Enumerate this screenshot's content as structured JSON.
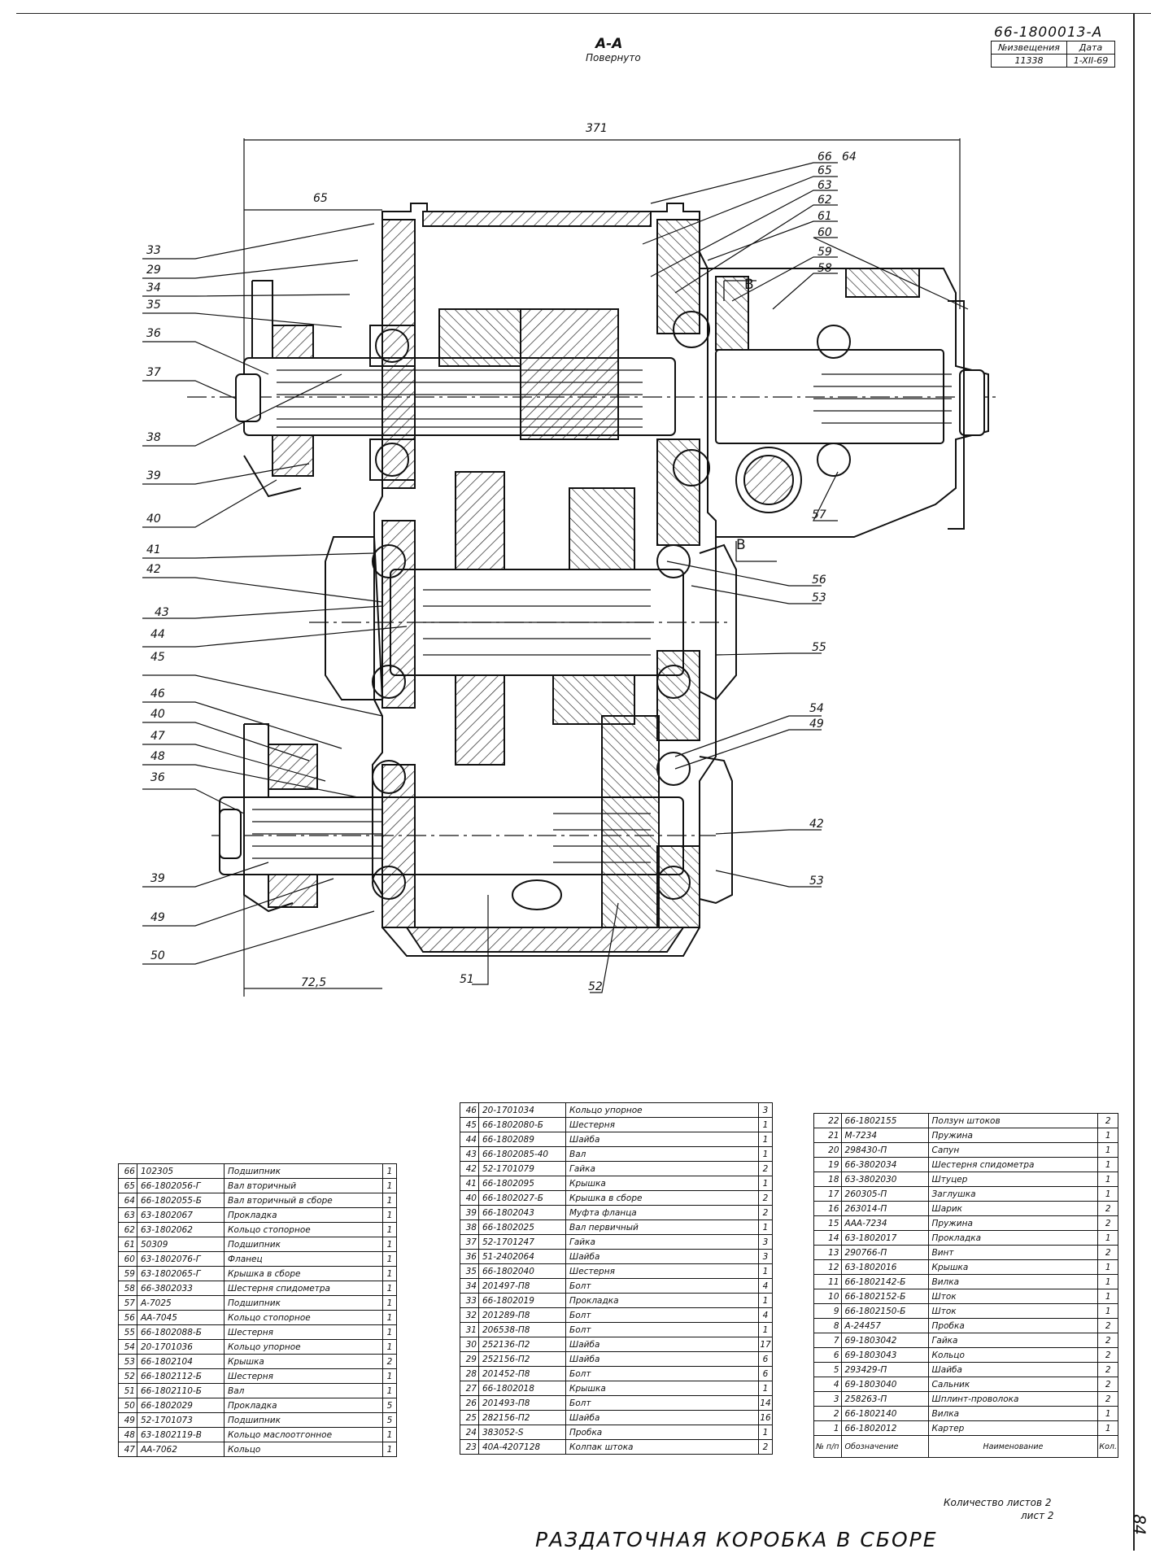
{
  "doc_code": "66-1800013-А",
  "stamp": {
    "col1_header": "№извещения",
    "col2_header": "Дата",
    "col1_value": "11338",
    "col2_value": "1-XII-69"
  },
  "section_title": "А-А",
  "section_subtitle": "Повернуто",
  "view_mark_top": "В",
  "view_mark_bottom": "В",
  "dimensions": {
    "overall": "371",
    "left_offset": "65",
    "bottom_offset": "72,5"
  },
  "callouts_left": [
    "33",
    "29",
    "34",
    "35",
    "36",
    "37",
    "38",
    "39",
    "40",
    "41",
    "42",
    "43",
    "44",
    "45",
    "46",
    "40",
    "47",
    "48",
    "36",
    "39",
    "49",
    "50"
  ],
  "callouts_right": [
    "66",
    "64",
    "65",
    "63",
    "62",
    "61",
    "60",
    "59",
    "58",
    "57",
    "56",
    "53",
    "55",
    "54",
    "49",
    "42",
    "53"
  ],
  "callouts_bottom": [
    "51",
    "52"
  ],
  "table_left": [
    {
      "n": "66",
      "code": "102305",
      "name": "Подшипник",
      "qty": "1"
    },
    {
      "n": "65",
      "code": "66-1802056-Г",
      "name": "Вал вторичный",
      "qty": "1"
    },
    {
      "n": "64",
      "code": "66-1802055-Б",
      "name": "Вал вторичный в сборе",
      "qty": "1"
    },
    {
      "n": "63",
      "code": "63-1802067",
      "name": "Прокладка",
      "qty": "1"
    },
    {
      "n": "62",
      "code": "63-1802062",
      "name": "Кольцо стопорное",
      "qty": "1"
    },
    {
      "n": "61",
      "code": "50309",
      "name": "Подшипник",
      "qty": "1"
    },
    {
      "n": "60",
      "code": "63-1802076-Г",
      "name": "Фланец",
      "qty": "1"
    },
    {
      "n": "59",
      "code": "63-1802065-Г",
      "name": "Крышка в сборе",
      "qty": "1"
    },
    {
      "n": "58",
      "code": "66-3802033",
      "name": "Шестерня спидометра",
      "qty": "1"
    },
    {
      "n": "57",
      "code": "А-7025",
      "name": "Подшипник",
      "qty": "1"
    },
    {
      "n": "56",
      "code": "АА-7045",
      "name": "Кольцо стопорное",
      "qty": "1"
    },
    {
      "n": "55",
      "code": "66-1802088-Б",
      "name": "Шестерня",
      "qty": "1"
    },
    {
      "n": "54",
      "code": "20-1701036",
      "name": "Кольцо упорное",
      "qty": "1"
    },
    {
      "n": "53",
      "code": "66-1802104",
      "name": "Крышка",
      "qty": "2"
    },
    {
      "n": "52",
      "code": "66-1802112-Б",
      "name": "Шестерня",
      "qty": "1"
    },
    {
      "n": "51",
      "code": "66-1802110-Б",
      "name": "Вал",
      "qty": "1"
    },
    {
      "n": "50",
      "code": "66-1802029",
      "name": "Прокладка",
      "qty": "5"
    },
    {
      "n": "49",
      "code": "52-1701073",
      "name": "Подшипник",
      "qty": "5"
    },
    {
      "n": "48",
      "code": "63-1802119-В",
      "name": "Кольцо маслоотгонное",
      "qty": "1"
    },
    {
      "n": "47",
      "code": "АА-7062",
      "name": "Кольцо",
      "qty": "1"
    }
  ],
  "table_mid": [
    {
      "n": "46",
      "code": "20-1701034",
      "name": "Кольцо упорное",
      "qty": "3"
    },
    {
      "n": "45",
      "code": "66-1802080-Б",
      "name": "Шестерня",
      "qty": "1"
    },
    {
      "n": "44",
      "code": "66-1802089",
      "name": "Шайба",
      "qty": "1"
    },
    {
      "n": "43",
      "code": "66-1802085-40",
      "name": "Вал",
      "qty": "1"
    },
    {
      "n": "42",
      "code": "52-1701079",
      "name": "Гайка",
      "qty": "2"
    },
    {
      "n": "41",
      "code": "66-1802095",
      "name": "Крышка",
      "qty": "1"
    },
    {
      "n": "40",
      "code": "66-1802027-Б",
      "name": "Крышка в сборе",
      "qty": "2"
    },
    {
      "n": "39",
      "code": "66-1802043",
      "name": "Муфта фланца",
      "qty": "2"
    },
    {
      "n": "38",
      "code": "66-1802025",
      "name": "Вал первичный",
      "qty": "1"
    },
    {
      "n": "37",
      "code": "52-1701247",
      "name": "Гайка",
      "qty": "3"
    },
    {
      "n": "36",
      "code": "51-2402064",
      "name": "Шайба",
      "qty": "3"
    },
    {
      "n": "35",
      "code": "66-1802040",
      "name": "Шестерня",
      "qty": "1"
    },
    {
      "n": "34",
      "code": "201497-П8",
      "name": "Болт",
      "qty": "4"
    },
    {
      "n": "33",
      "code": "66-1802019",
      "name": "Прокладка",
      "qty": "1"
    },
    {
      "n": "32",
      "code": "201289-П8",
      "name": "Болт",
      "qty": "4"
    },
    {
      "n": "31",
      "code": "206538-П8",
      "name": "Болт",
      "qty": "1"
    },
    {
      "n": "30",
      "code": "252136-П2",
      "name": "Шайба",
      "qty": "17"
    },
    {
      "n": "29",
      "code": "252156-П2",
      "name": "Шайба",
      "qty": "6"
    },
    {
      "n": "28",
      "code": "201452-П8",
      "name": "Болт",
      "qty": "6"
    },
    {
      "n": "27",
      "code": "66-1802018",
      "name": "Крышка",
      "qty": "1"
    },
    {
      "n": "26",
      "code": "201493-П8",
      "name": "Болт",
      "qty": "14"
    },
    {
      "n": "25",
      "code": "282156-П2",
      "name": "Шайба",
      "qty": "16"
    },
    {
      "n": "24",
      "code": "383052-S",
      "name": "Пробка",
      "qty": "1"
    },
    {
      "n": "23",
      "code": "40А-4207128",
      "name": "Колпак штока",
      "qty": "2"
    }
  ],
  "table_right": [
    {
      "n": "22",
      "code": "66-1802155",
      "name": "Ползун штоков",
      "qty": "2"
    },
    {
      "n": "21",
      "code": "М-7234",
      "name": "Пружина",
      "qty": "1"
    },
    {
      "n": "20",
      "code": "298430-П",
      "name": "Сапун",
      "qty": "1"
    },
    {
      "n": "19",
      "code": "66-3802034",
      "name": "Шестерня спидометра",
      "qty": "1"
    },
    {
      "n": "18",
      "code": "63-3802030",
      "name": "Штуцер",
      "qty": "1"
    },
    {
      "n": "17",
      "code": "260305-П",
      "name": "Заглушка",
      "qty": "1"
    },
    {
      "n": "16",
      "code": "263014-П",
      "name": "Шарик",
      "qty": "2"
    },
    {
      "n": "15",
      "code": "ААА-7234",
      "name": "Пружина",
      "qty": "2"
    },
    {
      "n": "14",
      "code": "63-1802017",
      "name": "Прокладка",
      "qty": "1"
    },
    {
      "n": "13",
      "code": "290766-П",
      "name": "Винт",
      "qty": "2"
    },
    {
      "n": "12",
      "code": "63-1802016",
      "name": "Крышка",
      "qty": "1"
    },
    {
      "n": "11",
      "code": "66-1802142-Б",
      "name": "Вилка",
      "qty": "1"
    },
    {
      "n": "10",
      "code": "66-1802152-Б",
      "name": "Шток",
      "qty": "1"
    },
    {
      "n": "9",
      "code": "66-1802150-Б",
      "name": "Шток",
      "qty": "1"
    },
    {
      "n": "8",
      "code": "А-24457",
      "name": "Пробка",
      "qty": "2"
    },
    {
      "n": "7",
      "code": "69-1803042",
      "name": "Гайка",
      "qty": "2"
    },
    {
      "n": "6",
      "code": "69-1803043",
      "name": "Кольцо",
      "qty": "2"
    },
    {
      "n": "5",
      "code": "293429-П",
      "name": "Шайба",
      "qty": "2"
    },
    {
      "n": "4",
      "code": "69-1803040",
      "name": "Сальник",
      "qty": "2"
    },
    {
      "n": "3",
      "code": "258263-П",
      "name": "Шплинт-проволока",
      "qty": "2"
    },
    {
      "n": "2",
      "code": "66-1802140",
      "name": "Вилка",
      "qty": "1"
    },
    {
      "n": "1",
      "code": "66-1802012",
      "name": "Картер",
      "qty": "1"
    }
  ],
  "table_right_footer": {
    "n": "№ п/п",
    "code": "Обозначение",
    "name": "Наименование",
    "qty": "Кол."
  },
  "sheet_info_line1": "Количество листов 2",
  "sheet_info_line2": "лист 2",
  "drawing_title": "РАЗДАТОЧНАЯ КОРОБКА В СБОРЕ",
  "page_number": "84"
}
